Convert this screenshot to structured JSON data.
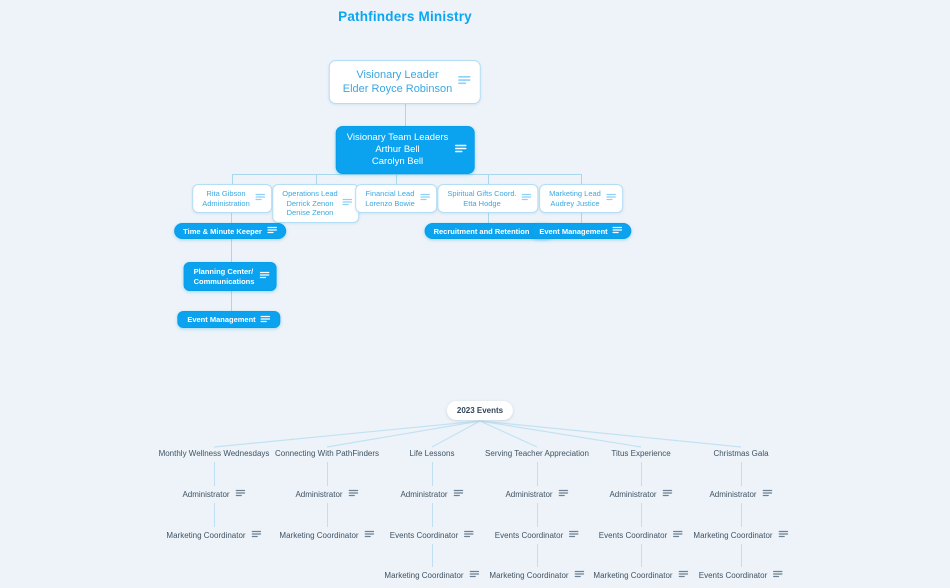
{
  "title": "Pathfinders Ministry",
  "colors": {
    "accent": "#0ba3f0",
    "background": "#edf3f8",
    "outline_border": "#b3def6",
    "outline_text": "#3aa8e1",
    "dark_text": "#405264",
    "connector_upper": "#a8d7ee",
    "connector_lower": "#c2e2f2"
  },
  "org_chart": {
    "visionary_leader": {
      "lines": [
        "Visionary Leader",
        "Elder Royce Robinson"
      ]
    },
    "team_leaders": {
      "lines": [
        "Visionary Team Leaders",
        "Arthur Bell",
        "Carolyn Bell"
      ]
    },
    "administration": {
      "lines": [
        "Rita Gibson",
        "Administration"
      ]
    },
    "operations": {
      "lines": [
        "Operations Lead",
        "Derrick Zenon",
        "Denise Zenon"
      ]
    },
    "financial": {
      "lines": [
        "Financial Lead",
        "Lorenzo Bowie"
      ]
    },
    "spiritual_gifts": {
      "lines": [
        "Spiritual Gifts Coord.",
        "Etta Hodge"
      ]
    },
    "marketing": {
      "lines": [
        "Marketing Lead",
        "Audrey Justice"
      ]
    },
    "time_minute_keeper": {
      "label": "Time & Minute Keeper"
    },
    "recruitment_retention": {
      "label": "Recruitment and Retention"
    },
    "event_management_marketing": {
      "label": "Event Management"
    },
    "planning_center": {
      "lines": [
        "Planning Center/",
        "Communications"
      ]
    },
    "event_management_admin": {
      "label": "Event Management"
    }
  },
  "events_tree": {
    "root_label": "2023 Events",
    "columns": [
      {
        "name": "Monthly Wellness Wednesdays",
        "roles": [
          "Administrator",
          "Marketing Coordinator"
        ]
      },
      {
        "name": "Connecting With PathFinders",
        "roles": [
          "Administrator",
          "Marketing Coordinator"
        ]
      },
      {
        "name": "Life Lessons",
        "roles": [
          "Administrator",
          "Events Coordinator",
          "Marketing Coordinator"
        ]
      },
      {
        "name": "Serving Teacher Appreciation",
        "roles": [
          "Administrator",
          "Events Coordinator",
          "Marketing Coordinator"
        ]
      },
      {
        "name": "Titus Experience",
        "roles": [
          "Administrator",
          "Events Coordinator",
          "Marketing Coordinator"
        ]
      },
      {
        "name": "Christmas Gala",
        "roles": [
          "Administrator",
          "Marketing Coordinator",
          "Events Coordinator"
        ]
      }
    ]
  }
}
